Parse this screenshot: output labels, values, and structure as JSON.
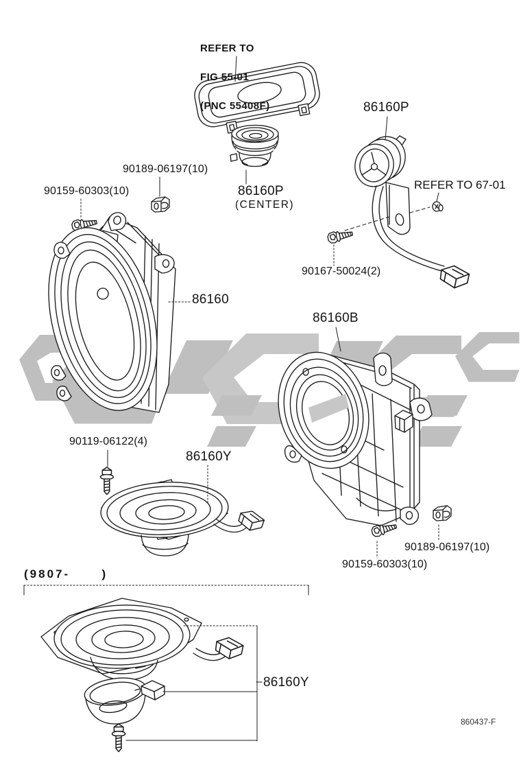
{
  "figure_code": "860437-F",
  "annotations": {
    "refer_fig_5501": {
      "line1": "REFER TO",
      "line2": "FIG 55-01",
      "line3": "(PNC 55408F)"
    },
    "refer_6701": "REFER TO 67-01",
    "date_range": "(9807-      )"
  },
  "parts": {
    "center_speaker": {
      "code": "86160P",
      "note": "(CENTER)"
    },
    "tweeter": {
      "code": "86160P"
    },
    "enclosure": {
      "code": "86160"
    },
    "bracket": {
      "code": "86160B"
    },
    "mid_speaker": {
      "code": "86160Y"
    },
    "bottom_speaker": {
      "code": "86160Y"
    }
  },
  "hardware": {
    "clip_top": "90189-06197(10)",
    "screw_top": "90159-60303(10)",
    "tweeter_screw": "90167-50024(2)",
    "bolt_mid": "90119-06122(4)",
    "clip_bottom": "90189-06197(10)",
    "screw_bottom": "90159-60303(10)"
  },
  "colors": {
    "line": "#1b1b1b",
    "watermark": "#bfbfbf",
    "background": "#ffffff"
  }
}
